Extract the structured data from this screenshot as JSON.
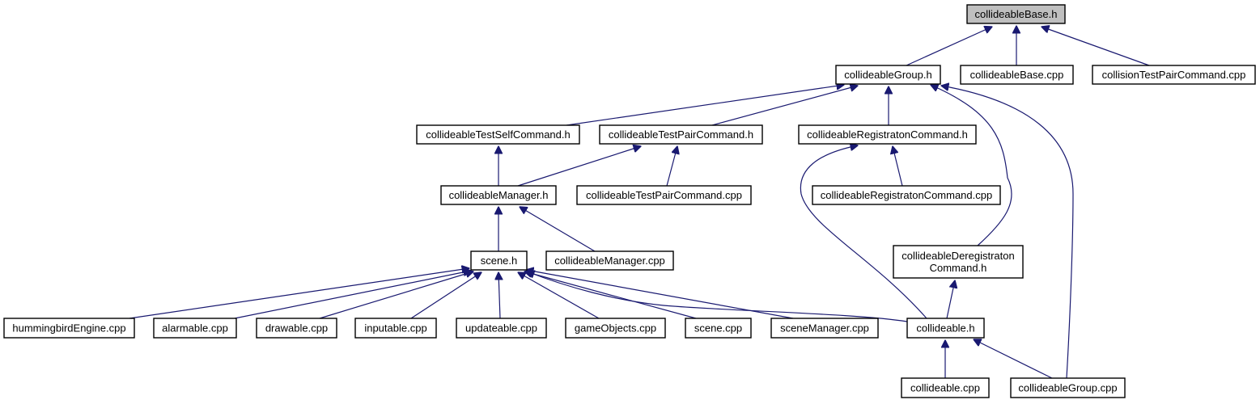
{
  "diagram": {
    "type": "include-dependency-graph",
    "colors": {
      "edge": "#191970",
      "root_fill": "#bfbfbf",
      "node_fill": "#ffffff",
      "border": "#000000"
    },
    "nodes": [
      {
        "id": "collideableBase_h",
        "lines": [
          "collideableBase.h"
        ],
        "root": true
      },
      {
        "id": "collideableGroup_h",
        "lines": [
          "collideableGroup.h"
        ]
      },
      {
        "id": "collideableBase_cpp",
        "lines": [
          "collideableBase.cpp"
        ]
      },
      {
        "id": "collisionTestPairCommand_cpp",
        "lines": [
          "collisionTestPairCommand.cpp"
        ]
      },
      {
        "id": "collideableTestSelfCommand_h",
        "lines": [
          "collideableTestSelfCommand.h"
        ]
      },
      {
        "id": "collideableTestPairCommand_h",
        "lines": [
          "collideableTestPairCommand.h"
        ]
      },
      {
        "id": "collideableRegistratonCommand_h",
        "lines": [
          "collideableRegistratonCommand.h"
        ]
      },
      {
        "id": "collideableManager_h",
        "lines": [
          "collideableManager.h"
        ]
      },
      {
        "id": "collideableTestPairCommand_cpp",
        "lines": [
          "collideableTestPairCommand.cpp"
        ]
      },
      {
        "id": "collideableRegistratonCommand_cpp",
        "lines": [
          "collideableRegistratonCommand.cpp"
        ]
      },
      {
        "id": "scene_h",
        "lines": [
          "scene.h"
        ]
      },
      {
        "id": "collideableManager_cpp",
        "lines": [
          "collideableManager.cpp"
        ]
      },
      {
        "id": "collideableDeregistratonCommand_h",
        "lines": [
          "collideableDeregistraton",
          "Command.h"
        ]
      },
      {
        "id": "hummingbirdEngine_cpp",
        "lines": [
          "hummingbirdEngine.cpp"
        ]
      },
      {
        "id": "alarmable_cpp",
        "lines": [
          "alarmable.cpp"
        ]
      },
      {
        "id": "drawable_cpp",
        "lines": [
          "drawable.cpp"
        ]
      },
      {
        "id": "inputable_cpp",
        "lines": [
          "inputable.cpp"
        ]
      },
      {
        "id": "updateable_cpp",
        "lines": [
          "updateable.cpp"
        ]
      },
      {
        "id": "gameObjects_cpp",
        "lines": [
          "gameObjects.cpp"
        ]
      },
      {
        "id": "scene_cpp",
        "lines": [
          "scene.cpp"
        ]
      },
      {
        "id": "sceneManager_cpp",
        "lines": [
          "sceneManager.cpp"
        ]
      },
      {
        "id": "collideable_h",
        "lines": [
          "collideable.h"
        ]
      },
      {
        "id": "collideable_cpp",
        "lines": [
          "collideable.cpp"
        ]
      },
      {
        "id": "collideableGroup_cpp",
        "lines": [
          "collideableGroup.cpp"
        ]
      }
    ],
    "edges": [
      {
        "from": "collideableGroup_h",
        "to": "collideableBase_h"
      },
      {
        "from": "collideableBase_cpp",
        "to": "collideableBase_h"
      },
      {
        "from": "collisionTestPairCommand_cpp",
        "to": "collideableBase_h"
      },
      {
        "from": "collideableTestSelfCommand_h",
        "to": "collideableGroup_h"
      },
      {
        "from": "collideableTestPairCommand_h",
        "to": "collideableGroup_h"
      },
      {
        "from": "collideableRegistratonCommand_h",
        "to": "collideableGroup_h"
      },
      {
        "from": "collideableDeregistratonCommand_h",
        "to": "collideableGroup_h"
      },
      {
        "from": "collideableGroup_cpp",
        "to": "collideableGroup_h"
      },
      {
        "from": "collideableManager_h",
        "to": "collideableTestSelfCommand_h"
      },
      {
        "from": "collideableManager_h",
        "to": "collideableTestPairCommand_h"
      },
      {
        "from": "collideableTestPairCommand_cpp",
        "to": "collideableTestPairCommand_h"
      },
      {
        "from": "collideableRegistratonCommand_cpp",
        "to": "collideableRegistratonCommand_h"
      },
      {
        "from": "collideable_h",
        "to": "collideableRegistratonCommand_h"
      },
      {
        "from": "scene_h",
        "to": "collideableManager_h"
      },
      {
        "from": "collideableManager_cpp",
        "to": "collideableManager_h"
      },
      {
        "from": "hummingbirdEngine_cpp",
        "to": "scene_h"
      },
      {
        "from": "alarmable_cpp",
        "to": "scene_h"
      },
      {
        "from": "drawable_cpp",
        "to": "scene_h"
      },
      {
        "from": "inputable_cpp",
        "to": "scene_h"
      },
      {
        "from": "updateable_cpp",
        "to": "scene_h"
      },
      {
        "from": "gameObjects_cpp",
        "to": "scene_h"
      },
      {
        "from": "scene_cpp",
        "to": "scene_h"
      },
      {
        "from": "sceneManager_cpp",
        "to": "scene_h"
      },
      {
        "from": "collideable_h",
        "to": "scene_h"
      },
      {
        "from": "collideable_h",
        "to": "collideableDeregistratonCommand_h"
      },
      {
        "from": "collideable_cpp",
        "to": "collideable_h"
      },
      {
        "from": "collideableGroup_cpp",
        "to": "collideable_h"
      }
    ]
  }
}
